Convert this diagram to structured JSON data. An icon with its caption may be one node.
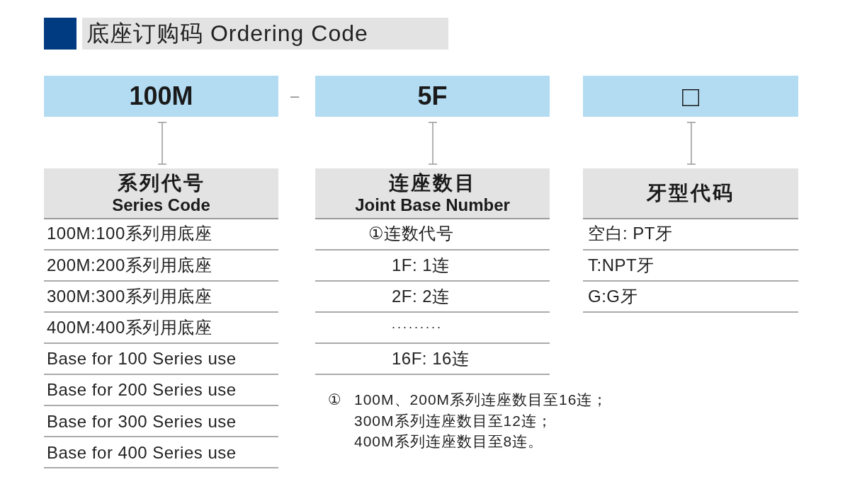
{
  "diagram": {
    "title": "底座订购码 Ordering Code",
    "nodes": [
      {
        "text": [
          "100M"
        ]
      },
      {
        "text": [
          "5F"
        ]
      },
      {
        "text": [
          "□"
        ]
      },
      {
        "text": [
          "系列代号",
          "Series Code"
        ]
      },
      {
        "text": [
          "连座数目",
          "Joint Base Number"
        ]
      },
      {
        "text": [
          "牙型代码"
        ]
      }
    ],
    "edges": [
      {
        "from": 0,
        "to": 3,
        "arrow": "other"
      },
      {
        "from": 1,
        "to": 4,
        "arrow": "other"
      },
      {
        "from": 2,
        "to": 5,
        "arrow": "other"
      }
    ],
    "labels": [
      "–",
      "100M:100系列用底座",
      "①连数代号",
      "空白: PT牙",
      "200M:200系列用底座",
      "1F: 1连",
      "T:NPT牙",
      "300M:300系列用底座",
      "2F: 2连",
      "G:G牙",
      "400M:400系列用底座",
      ".........",
      "Base for 100 Series use",
      "16F: 16连",
      "Base for 200 Series use",
      "Base for 300 Series use",
      "Base for 400 Series use",
      "①",
      "100M、200M系列连座数目至16连；",
      "300M系列连座数目至12连；",
      "400M系列连座数目至8连。"
    ]
  }
}
